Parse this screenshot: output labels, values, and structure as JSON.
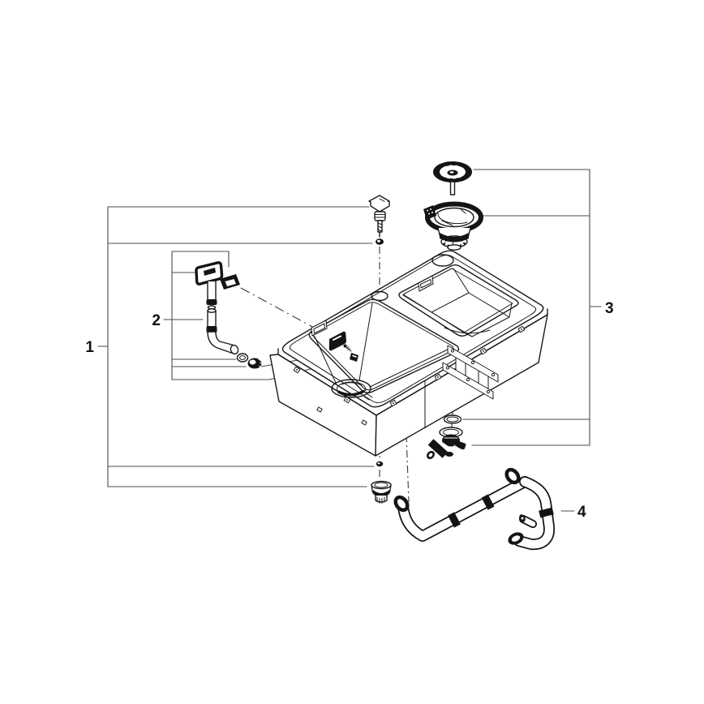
{
  "figure": {
    "type": "exploded-parts-diagram",
    "background_color": "#ffffff",
    "line_color": "#1a1a1a",
    "leader_line_color": "#4d4d4d"
  },
  "callouts": {
    "c1": {
      "label": "1"
    },
    "c2": {
      "label": "2"
    },
    "c3": {
      "label": "3"
    },
    "c4": {
      "label": "4"
    }
  }
}
